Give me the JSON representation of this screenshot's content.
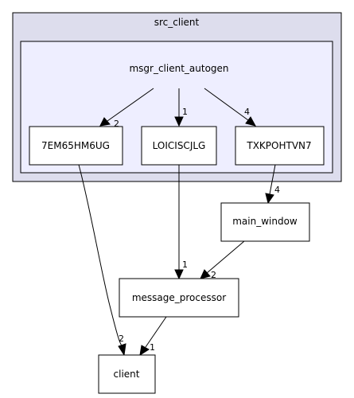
{
  "clusters": {
    "outer": {
      "label": "src_client"
    },
    "inner": {
      "label": "msgr_client_autogen"
    }
  },
  "nodes": {
    "n7em65": {
      "label": "7EM65HM6UG"
    },
    "loici": {
      "label": "LOICISCJLG"
    },
    "txkp": {
      "label": "TXKPOHTVN7"
    },
    "main_window": {
      "label": "main_window"
    },
    "message_processor": {
      "label": "message_processor"
    },
    "client": {
      "label": "client"
    }
  },
  "edges": {
    "autogen_to_7em65": {
      "from": "msgr_client_autogen",
      "to": "7EM65HM6UG",
      "weight": "2"
    },
    "autogen_to_loici": {
      "from": "msgr_client_autogen",
      "to": "LOICISCJLG",
      "weight": "1"
    },
    "autogen_to_txkp": {
      "from": "msgr_client_autogen",
      "to": "TXKPOHTVN7",
      "weight": "4"
    },
    "txkp_to_main_window": {
      "from": "TXKPOHTVN7",
      "to": "main_window",
      "weight": "4"
    },
    "loici_to_message_processor": {
      "from": "LOICISCJLG",
      "to": "message_processor",
      "weight": "1"
    },
    "main_window_to_message_processor": {
      "from": "main_window",
      "to": "message_processor",
      "weight": "2"
    },
    "n7em65_to_client": {
      "from": "7EM65HM6UG",
      "to": "client",
      "weight": "2"
    },
    "message_processor_to_client": {
      "from": "message_processor",
      "to": "client",
      "weight": "1"
    }
  }
}
